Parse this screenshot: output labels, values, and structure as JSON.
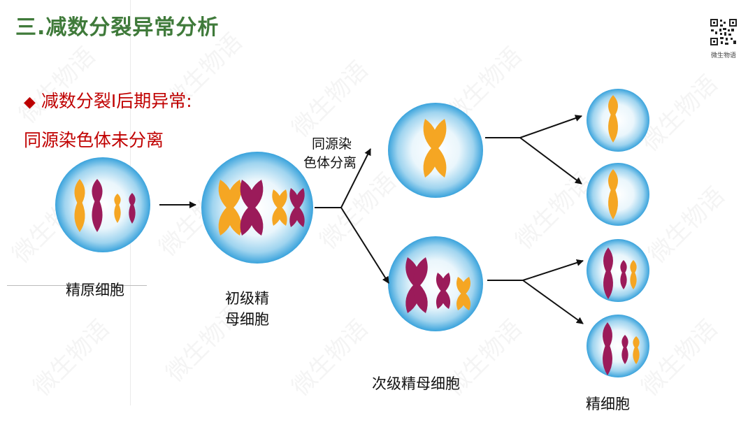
{
  "header": {
    "title": "三.减数分裂异常分析"
  },
  "qr": {
    "caption": "微生物语"
  },
  "headline": {
    "line1": "减数分裂Ⅰ后期异常:",
    "line2": "同源染色体未分离"
  },
  "labels": {
    "spermatogonium": "精原细胞",
    "primary_line1": "初级精",
    "primary_line2": "母细胞",
    "nondisjunction_line1": "同源染",
    "nondisjunction_line2": "色体分离",
    "secondary": "次级精母细胞",
    "sperm": "精细胞"
  },
  "colors": {
    "orange": "#f5a623",
    "purple": "#9b1b5a",
    "title_green": "#3f7a3a",
    "headline_red": "#c00000",
    "cell_edge": "#3aa3dc",
    "cell_center": "#ffffff"
  },
  "watermark": "微生物语"
}
